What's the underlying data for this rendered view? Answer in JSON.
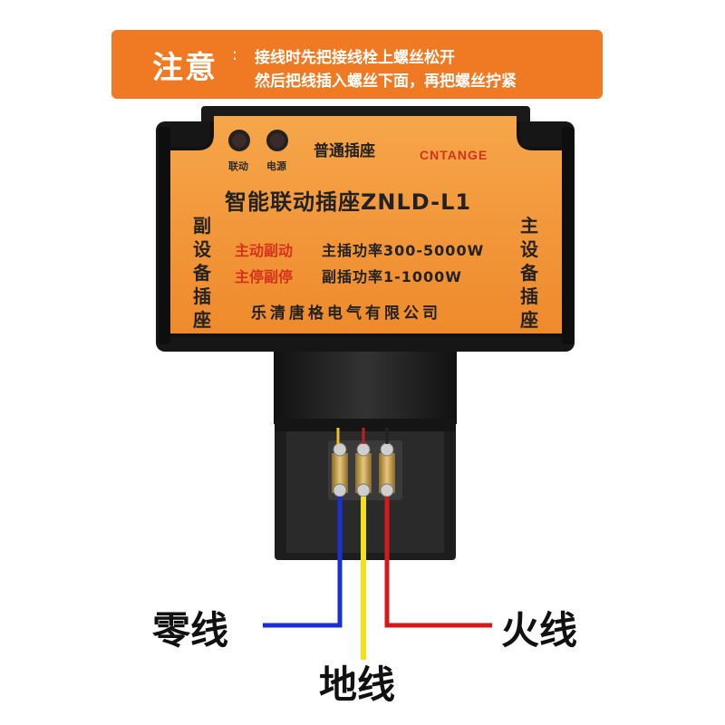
{
  "notice": {
    "label": "注意",
    "colon": ":",
    "line1": "接线时先把接线栓上螺丝松开",
    "line2": "然后把线插入螺丝下面，再把螺丝拧紧"
  },
  "device": {
    "led_linked": "联动",
    "led_power": "电源",
    "normal_socket": "普通插座",
    "brand": "CNTANGE",
    "title": "智能联动插座ZNLD-L1",
    "left_side_label": "副设备插座",
    "right_side_label": "主设备插座",
    "mode1": "主动副动",
    "mode2": "主停副停",
    "spec1": "主插功率300-5000W",
    "spec2": "副插功率1-1000W",
    "company": "乐清唐格电气有限公司"
  },
  "wires": {
    "neutral": "零线",
    "live": "火线",
    "ground": "地线",
    "colors": {
      "neutral": "#1a2fd6",
      "ground": "#f2e21a",
      "live": "#d21a1a"
    }
  },
  "colors": {
    "orange": "#f07a23",
    "panel": "#f39a3a",
    "housing": "#1c1c1c"
  }
}
